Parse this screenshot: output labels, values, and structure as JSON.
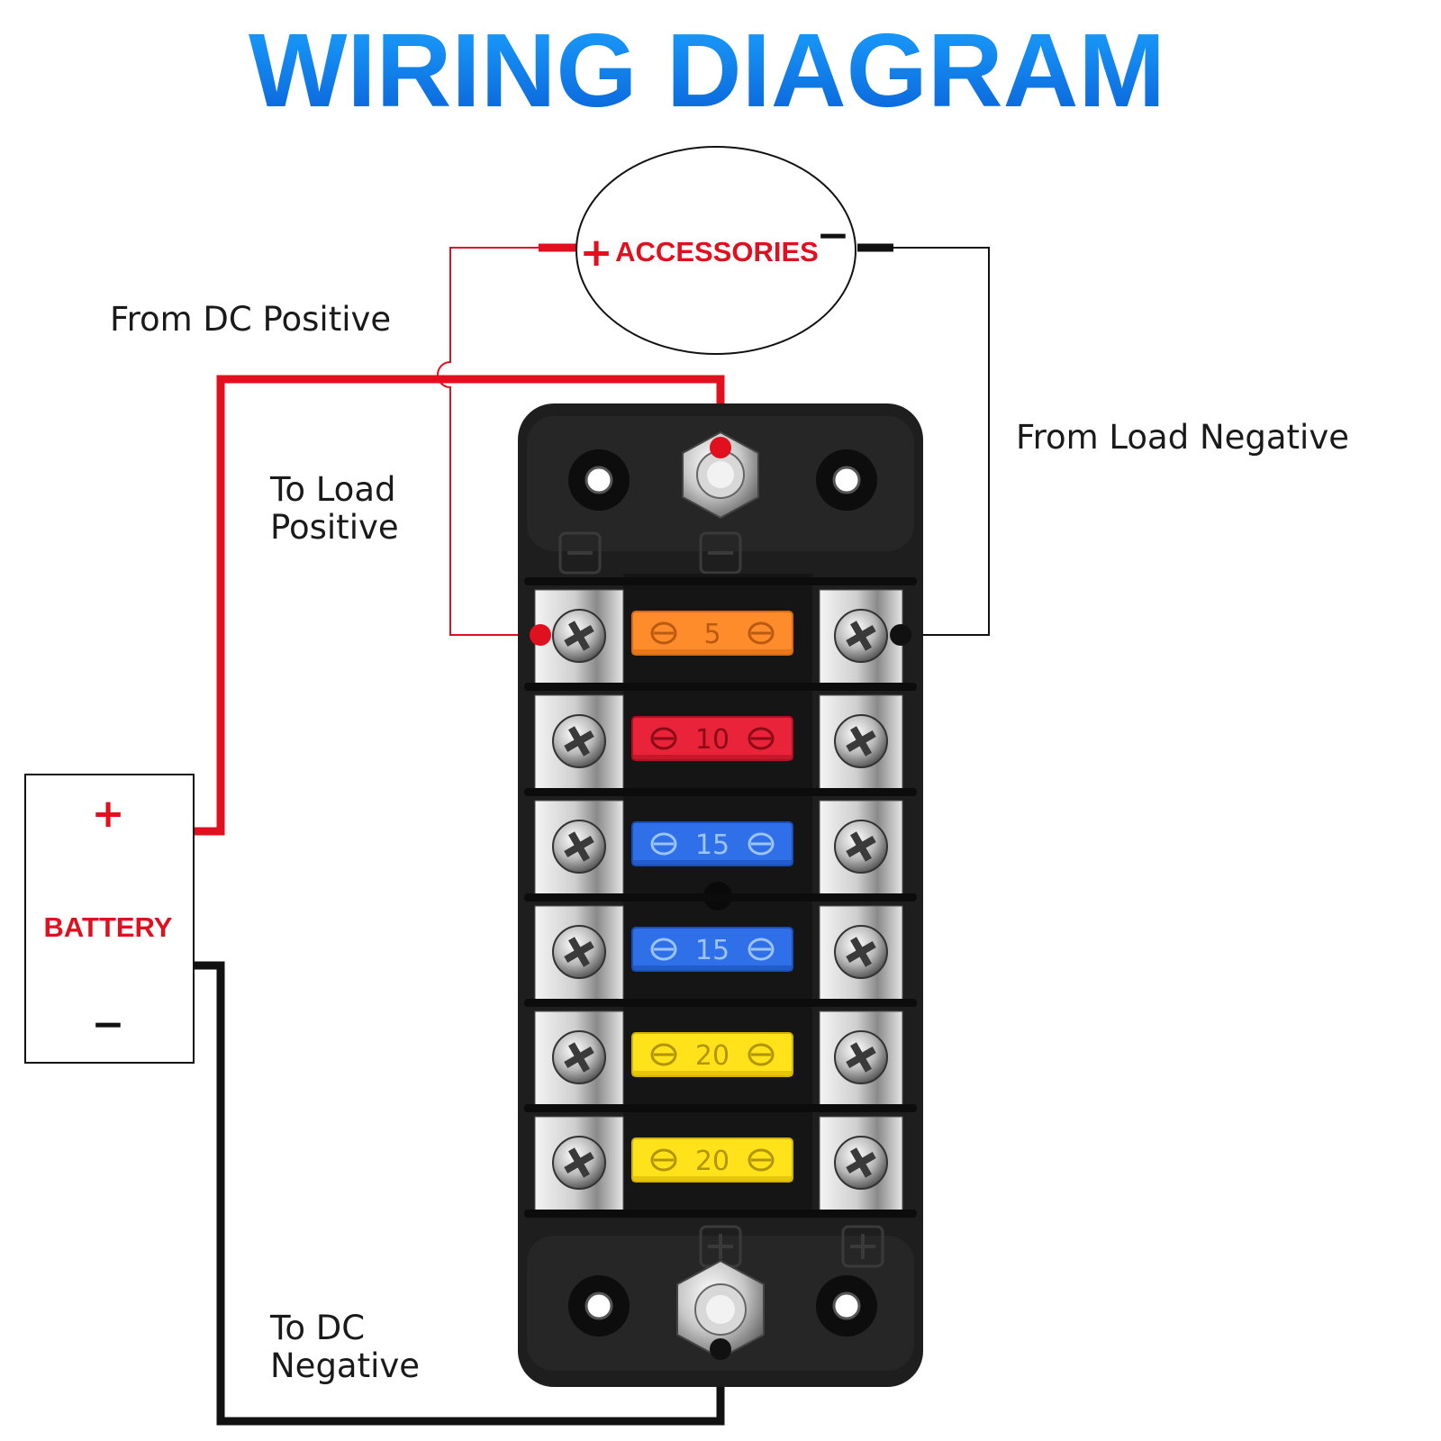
{
  "title": "WIRING DIAGRAM",
  "colors": {
    "title_top": "#1aa3ff",
    "title_bottom": "#0a5fd6",
    "positive_wire": "#e0101f",
    "negative_wire": "#111111",
    "fuse_block": "#1e1e1e"
  },
  "accessories": {
    "label": "ACCESSORIES",
    "plus": "+",
    "minus": "−"
  },
  "battery": {
    "label": "BATTERY",
    "plus": "+",
    "minus": "−"
  },
  "labels": {
    "from_dc_positive": "From DC Positive",
    "to_load_positive_1": "To Load",
    "to_load_positive_2": "Positive",
    "from_load_negative": "From Load Negative",
    "to_dc_negative_1": "To DC",
    "to_dc_negative_2": "Negative"
  },
  "fuses": [
    {
      "rating": "5",
      "color": "#ff8c2a",
      "dark": "#d96a10",
      "text_color": "#b85a10"
    },
    {
      "rating": "10",
      "color": "#e8233a",
      "dark": "#b0101f",
      "text_color": "#8c0a15"
    },
    {
      "rating": "15",
      "color": "#2f6fe8",
      "dark": "#1a4fb8",
      "text_color": "#9cc4ff"
    },
    {
      "rating": "15",
      "color": "#2f6fe8",
      "dark": "#1a4fb8",
      "text_color": "#9cc4ff"
    },
    {
      "rating": "20",
      "color": "#ffe21a",
      "dark": "#d4b400",
      "text_color": "#b09400"
    },
    {
      "rating": "20",
      "color": "#ffe21a",
      "dark": "#d4b400",
      "text_color": "#b09400"
    }
  ]
}
